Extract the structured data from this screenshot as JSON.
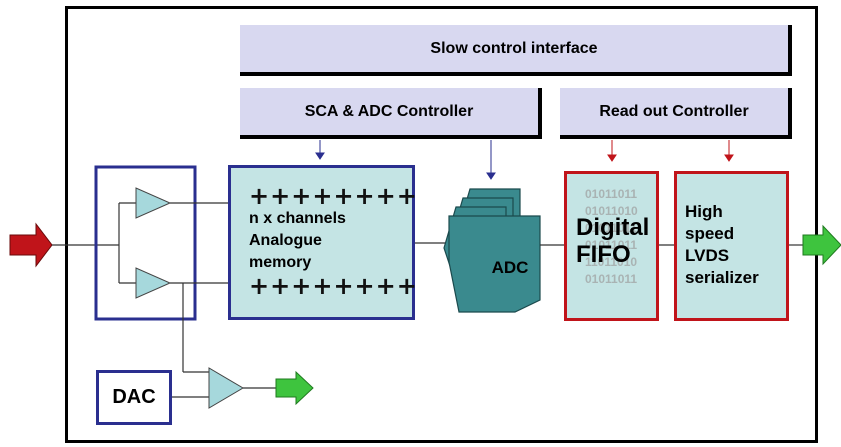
{
  "blocks": {
    "slow_control": "Slow control interface",
    "sca_adc_controller": "SCA & ADC Controller",
    "readout_controller": "Read out Controller",
    "memory": {
      "plus_row": "++++++++",
      "line1": "n x channels",
      "line2": "Analogue",
      "line3": "memory"
    },
    "adc": "ADC",
    "fifo": {
      "bits": [
        "01011011",
        "01011010",
        "01011011",
        "01011011",
        "11011010",
        "01011011"
      ],
      "line1": "Digital",
      "line2": "FIFO"
    },
    "serializer": {
      "line1": "High",
      "line2": "speed",
      "line3": "LVDS",
      "line4": "serializer"
    },
    "dac": "DAC"
  },
  "colors": {
    "controller_fill": "#d8d8f0",
    "block_fill": "#c4e4e4",
    "blue_border": "#2a2f8f",
    "red_border": "#c0141a",
    "adc_fill": "#3a8a8e",
    "input_arrow": "#c0141a",
    "output_arrow": "#3ec43e"
  },
  "icons": [
    "input-arrow-icon",
    "output-arrow-icon",
    "amplifier-icon"
  ]
}
